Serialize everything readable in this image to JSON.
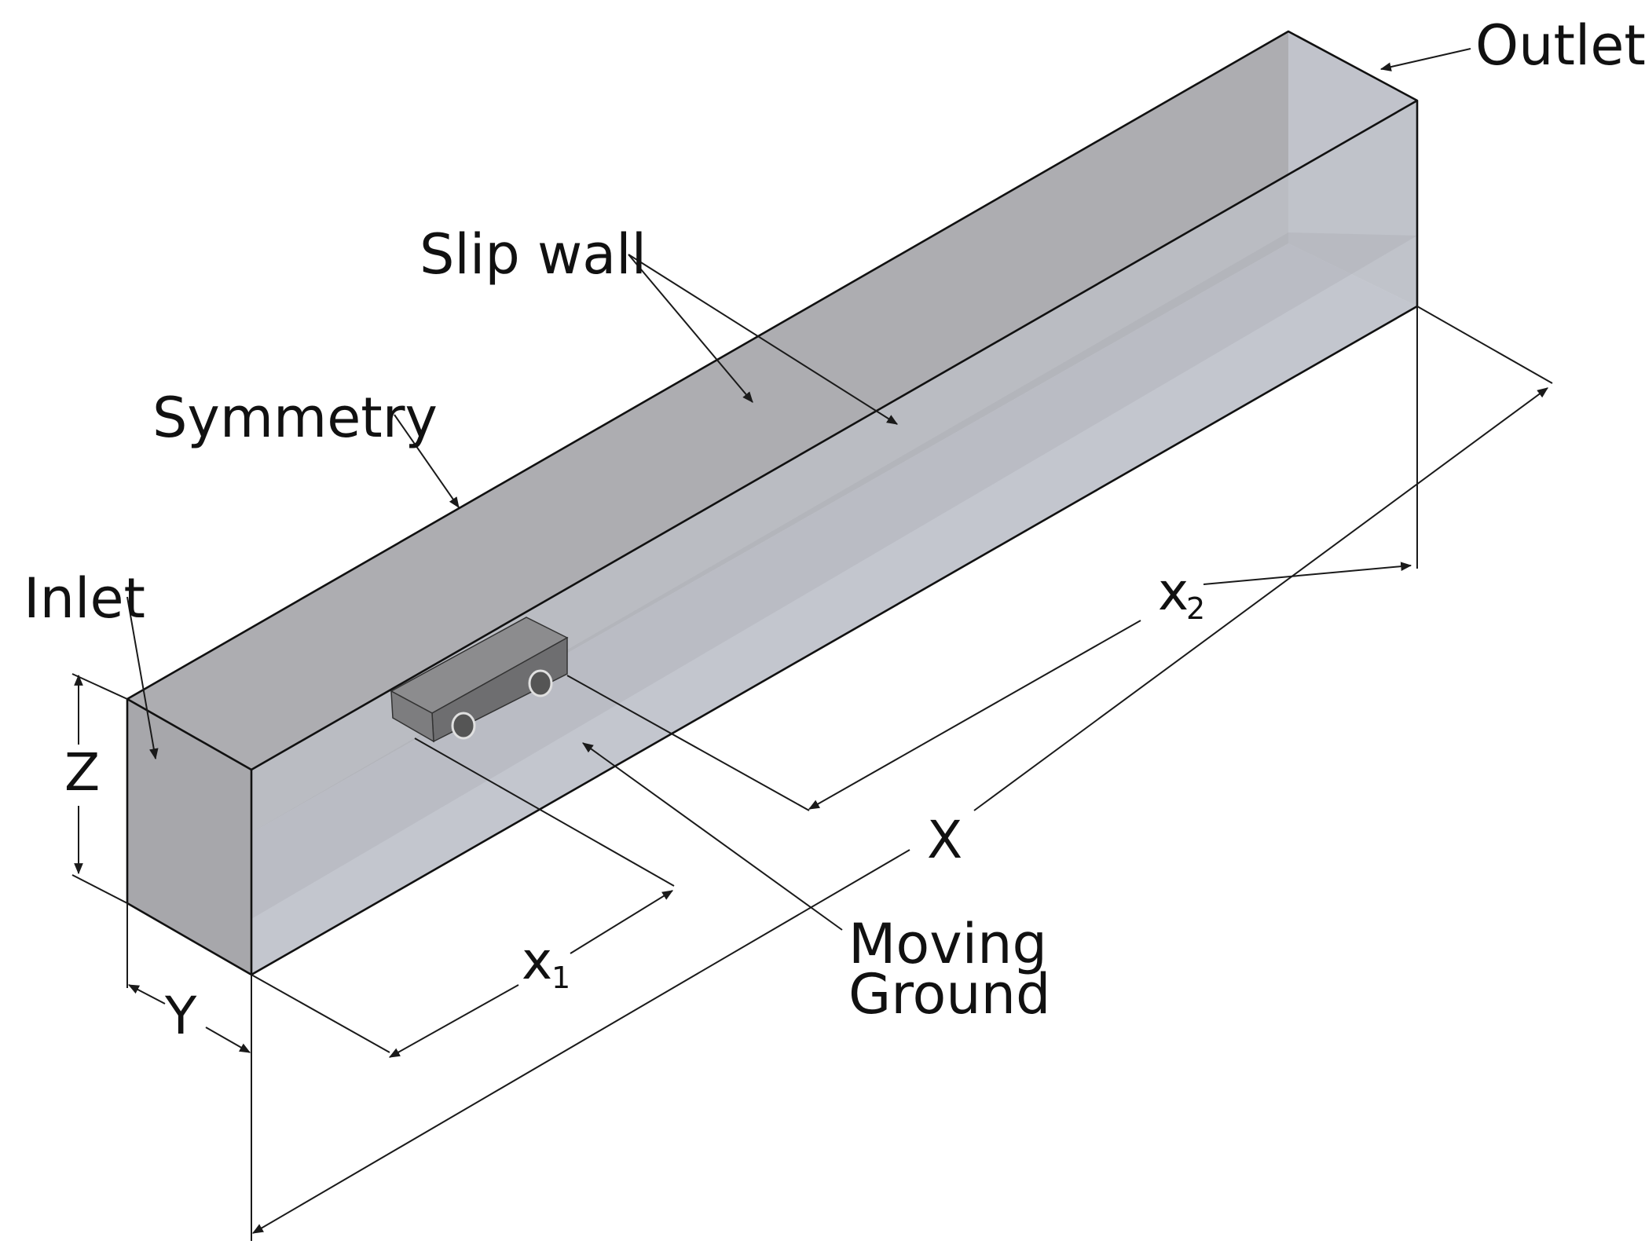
{
  "labels": {
    "outlet": "Outlet",
    "slip_wall": "Slip wall",
    "symmetry": "Symmetry",
    "inlet": "Inlet",
    "moving_ground_line1": "Moving",
    "moving_ground_line2": "Ground"
  },
  "dimensions": {
    "x_total": "X",
    "y_width": "Y",
    "z_height": "Z",
    "x1_base": "x",
    "x1_sub": "1",
    "x2_base": "x",
    "x2_sub": "2"
  },
  "colors": {
    "top_face": "#b0b0b4",
    "side_face": "#c9ccd6",
    "inlet_face": "#a6a6aa",
    "outlet_face": "#c0c2ca",
    "floor_band": "#bfc2cb",
    "vehicle_body": "#6f6f71",
    "vehicle_top": "#8a8a8c",
    "line": "#111111"
  }
}
